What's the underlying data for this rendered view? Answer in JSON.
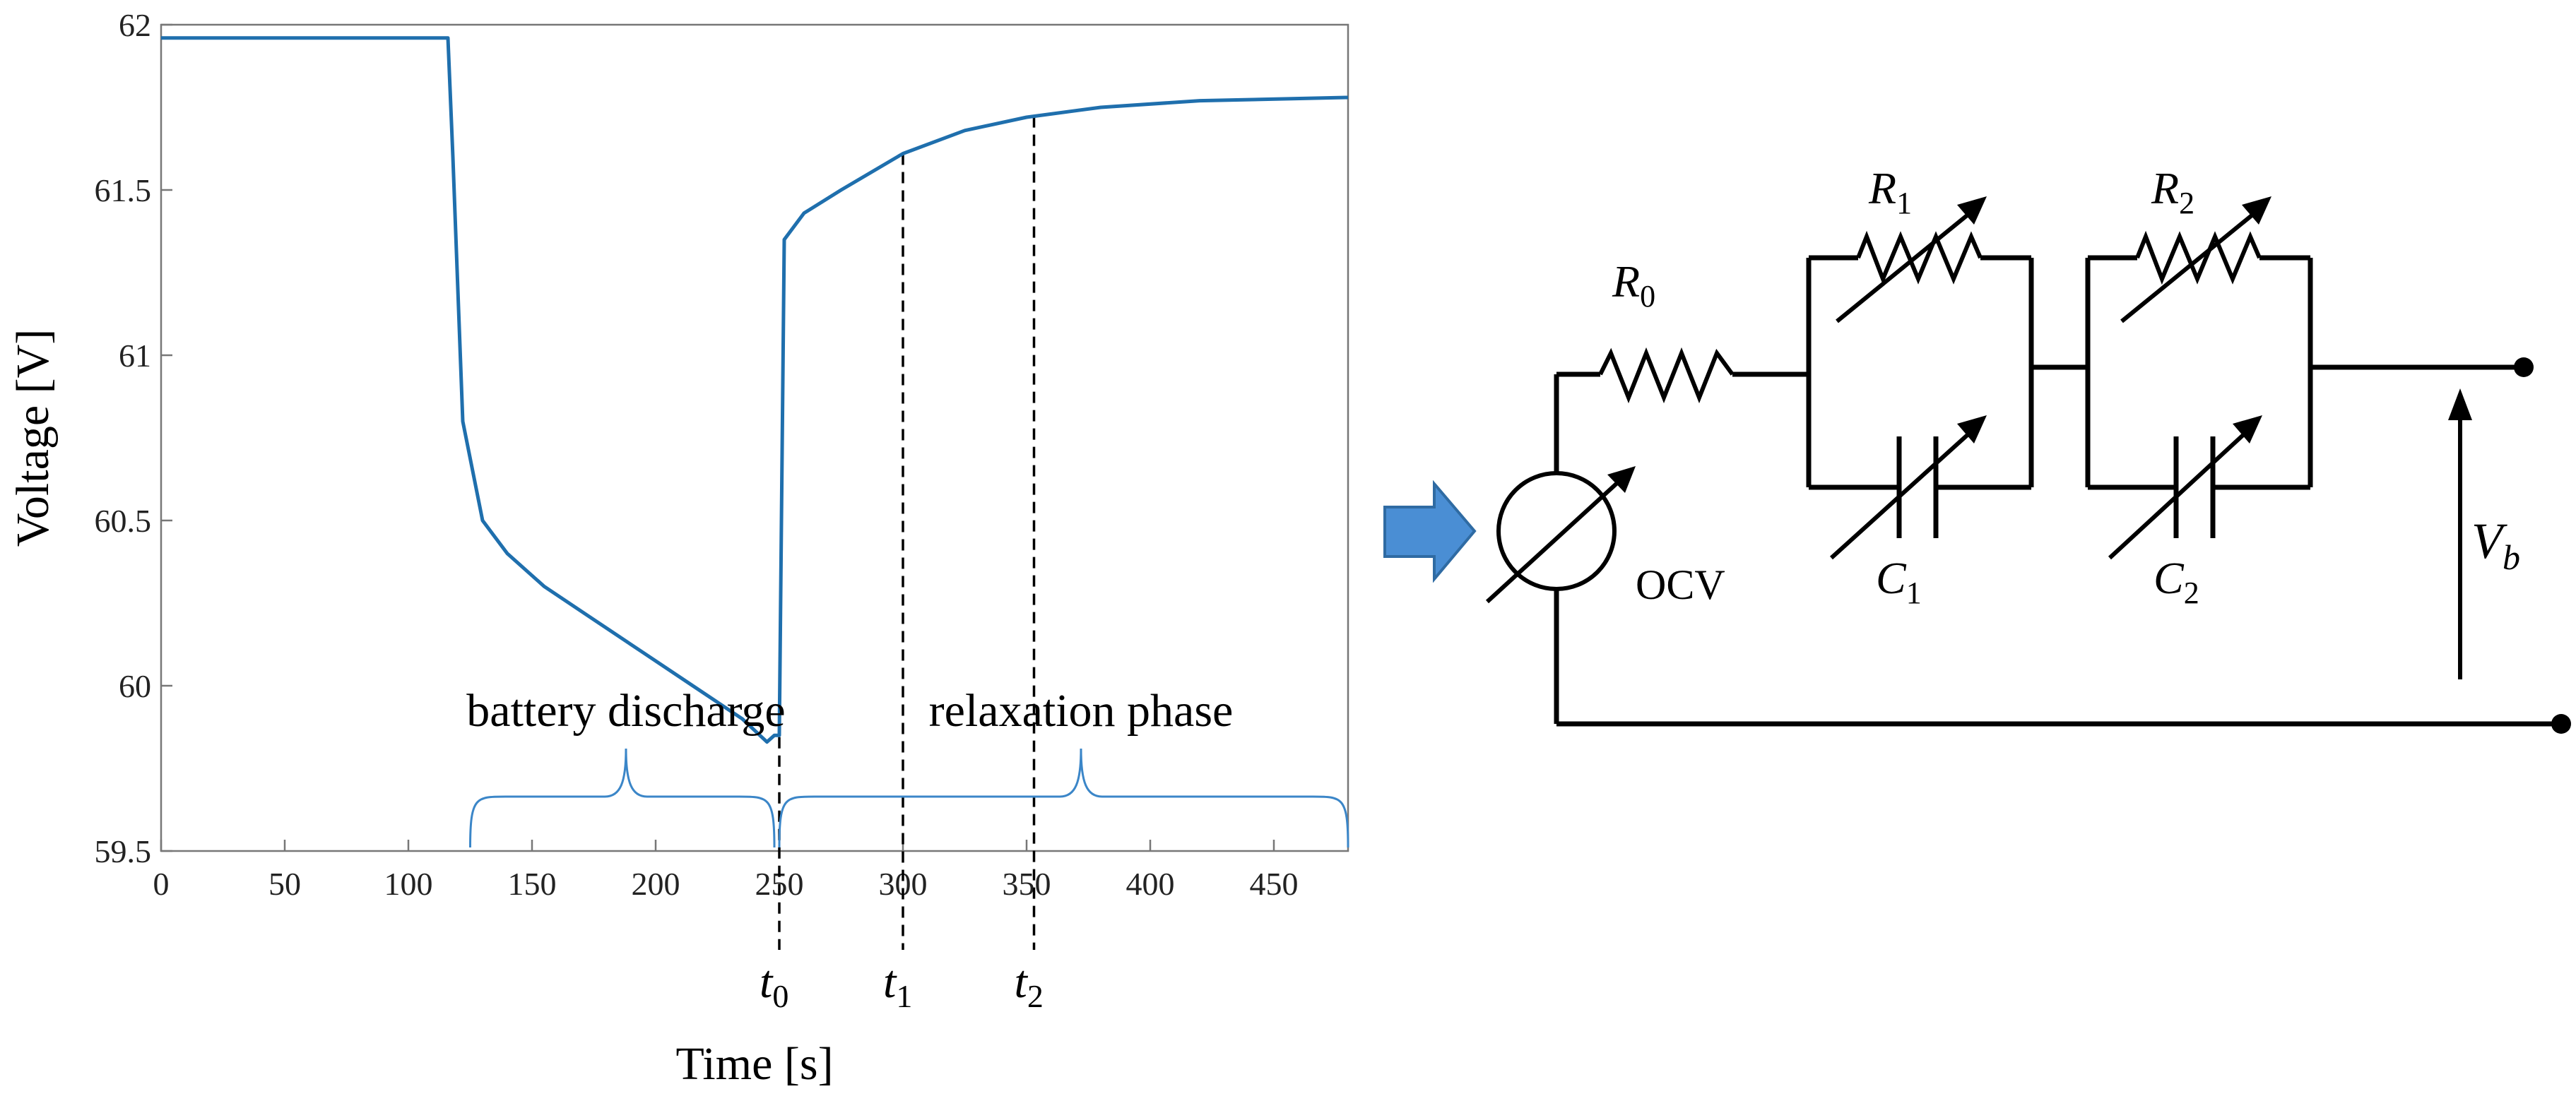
{
  "chart_data": {
    "type": "line",
    "xlabel": "Time [s]",
    "ylabel": "Voltage [V]",
    "xlim": [
      0,
      480
    ],
    "ylim": [
      59.5,
      62
    ],
    "x_ticks": [
      0,
      50,
      100,
      150,
      200,
      250,
      300,
      350,
      400,
      450
    ],
    "y_ticks": [
      59.5,
      60,
      60.5,
      61,
      61.5,
      62
    ],
    "y_tick_labels": [
      "59.5",
      "60",
      "60.5",
      "61",
      "61.5",
      "62"
    ],
    "grid": false,
    "line_color": "#1f6fad",
    "series": [
      {
        "x": [
          0,
          20,
          60,
          100,
          116,
          118,
          122,
          130,
          140,
          155,
          175,
          195,
          215,
          235,
          245,
          248,
          250,
          252,
          260,
          275,
          300,
          325,
          350,
          380,
          420,
          480
        ],
        "y": [
          61.96,
          61.96,
          61.96,
          61.96,
          61.96,
          61.6,
          60.8,
          60.5,
          60.4,
          60.3,
          60.2,
          60.1,
          60.0,
          59.9,
          59.83,
          59.85,
          59.85,
          61.35,
          61.43,
          61.5,
          61.61,
          61.68,
          61.72,
          61.75,
          61.77,
          61.78
        ]
      }
    ],
    "markers": [
      {
        "x": 250,
        "label": "t",
        "sub": "0"
      },
      {
        "x": 300,
        "label": "t",
        "sub": "1"
      },
      {
        "x": 353,
        "label": "t",
        "sub": "2"
      }
    ],
    "phases": [
      {
        "label": "battery discharge",
        "x_start": 125,
        "x_end": 248,
        "peak_x": 188
      },
      {
        "label": "relaxation phase",
        "x_start": 250,
        "x_end": 480,
        "peak_x": 372
      }
    ],
    "brace_color": "#3b86c8"
  },
  "diagram": {
    "arrow_color": "#4a8ed4",
    "arrow_stroke": "#2f6ba3",
    "labels": {
      "r0": {
        "base": "R",
        "sub": "0"
      },
      "r1": {
        "base": "R",
        "sub": "1"
      },
      "r2": {
        "base": "R",
        "sub": "2"
      },
      "c1": {
        "base": "C",
        "sub": "1"
      },
      "c2": {
        "base": "C",
        "sub": "2"
      },
      "vb": {
        "base": "V",
        "sub": "b"
      },
      "ocv": "OCV"
    }
  }
}
